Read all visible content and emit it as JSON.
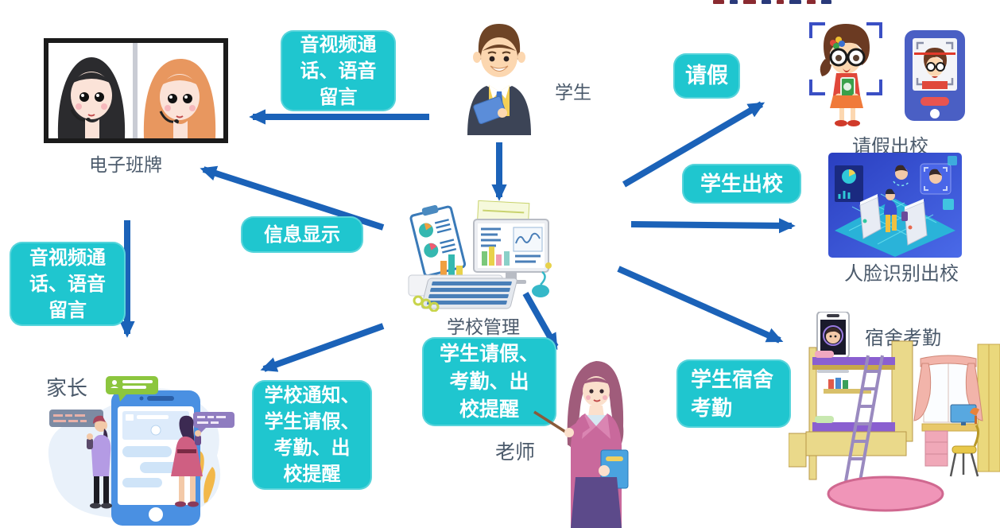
{
  "palette": {
    "callout": "#1fc6cf",
    "callout_text": "#ffffff",
    "arrow": "#1b62b8",
    "label": "#4b5a6b"
  },
  "nodes": {
    "e_board": {
      "label": "电子班牌"
    },
    "student": {
      "label": "学生"
    },
    "school_mgmt": {
      "label": "学校管理"
    },
    "parent": {
      "label": "家长"
    },
    "teacher": {
      "label": "老师"
    },
    "leave_exit": {
      "label": "请假出校"
    },
    "face_exit": {
      "label": "人脸识别出校"
    },
    "dorm": {
      "label": "宿舍考勤"
    }
  },
  "callouts": {
    "av_call_top": "音视频通\n话、语音\n留言",
    "info_display": "信息显示",
    "av_call_left": "音视频通\n话、语音\n留言",
    "parent_notify": "学校通知、\n学生请假、\n考勤、出\n校提醒",
    "teacher_notify": "学生请假、\n考勤、出\n校提醒",
    "leave": "请假",
    "student_exit": "学生出校",
    "dorm_attendance": "学生宿舍\n考勤"
  }
}
